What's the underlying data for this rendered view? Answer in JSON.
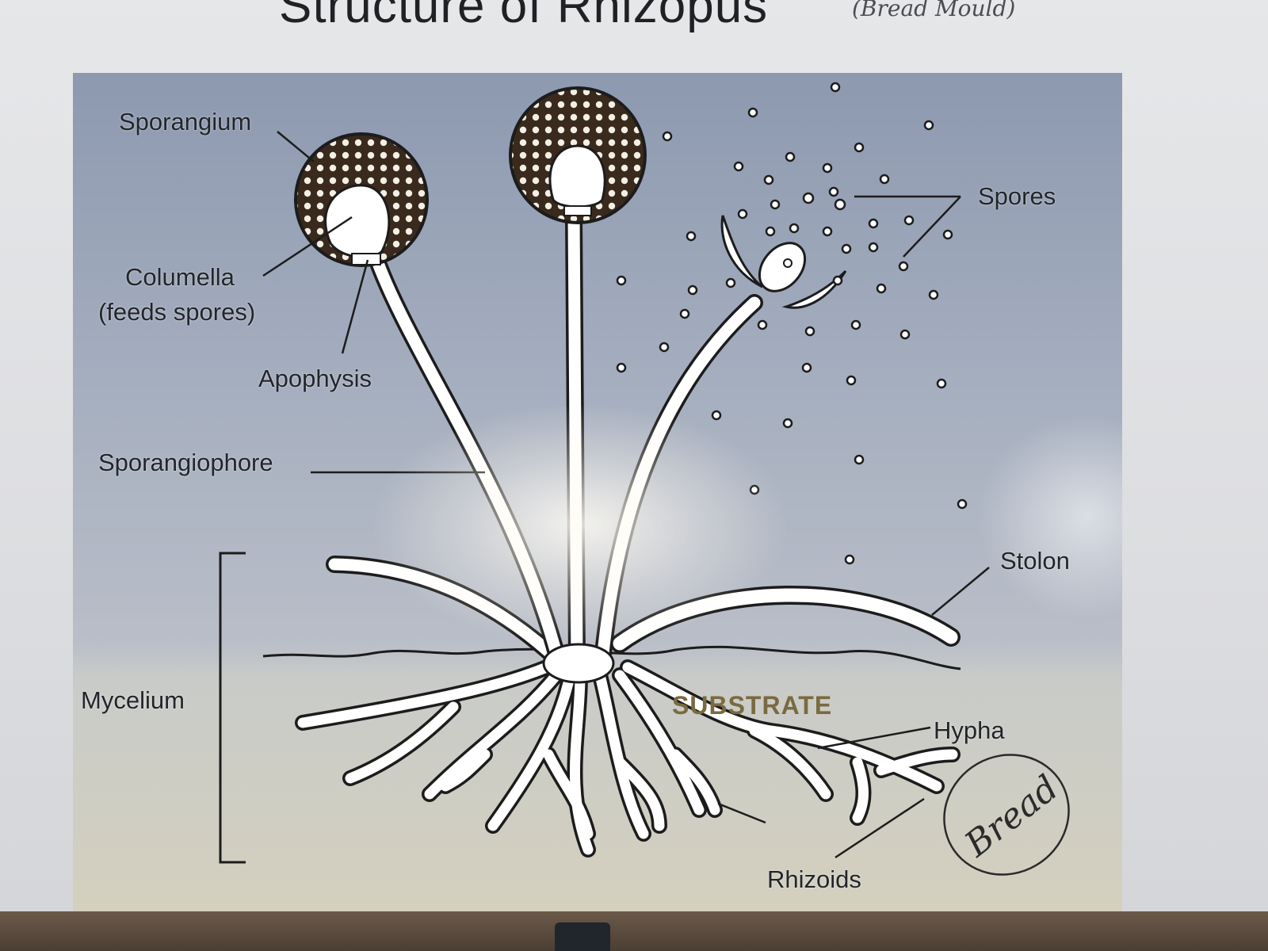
{
  "title": "Structure of Rhizopus",
  "handwritten_note": "(Bread Mould)",
  "diagram": {
    "labels": {
      "sporangium": "Sporangium",
      "columella": "Columella",
      "columella_note": "(feeds spores)",
      "apophysis": "Apophysis",
      "sporangiophore": "Sporangiophore",
      "spores": "Spores",
      "stolon": "Stolon",
      "mycelium": "Mycelium",
      "substrate": "SUBSTRATE",
      "hypha": "Hypha",
      "rhizoids": "Rhizoids"
    },
    "handwritten_label": "Bread"
  },
  "colors": {
    "sky": "#8d99b0",
    "substrate": "#d4d0be",
    "hyphae_fill": "#ffffff",
    "outline": "#1c1c1c"
  }
}
